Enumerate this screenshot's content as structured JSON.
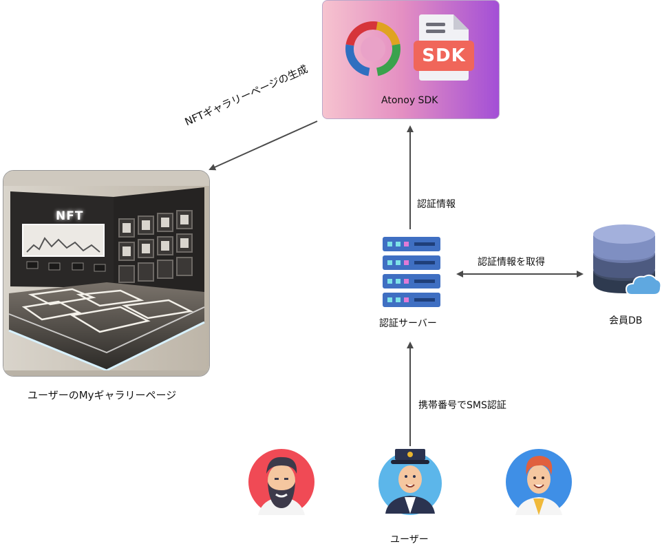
{
  "sdk": {
    "title": "Atonoy SDK",
    "badge": "SDK"
  },
  "nft": {
    "sign": "NFT",
    "caption": "ユーザーのMyギャラリーページ"
  },
  "server": {
    "label": "認証サーバー"
  },
  "db": {
    "label": "会員DB"
  },
  "users": {
    "label": "ユーザー"
  },
  "edges": {
    "gallery_generation": "NFTギャラリーページの生成",
    "auth_info": "認証情報",
    "fetch_auth_info": "認証情報を取得",
    "sms_auth": "携帯番号でSMS認証"
  }
}
